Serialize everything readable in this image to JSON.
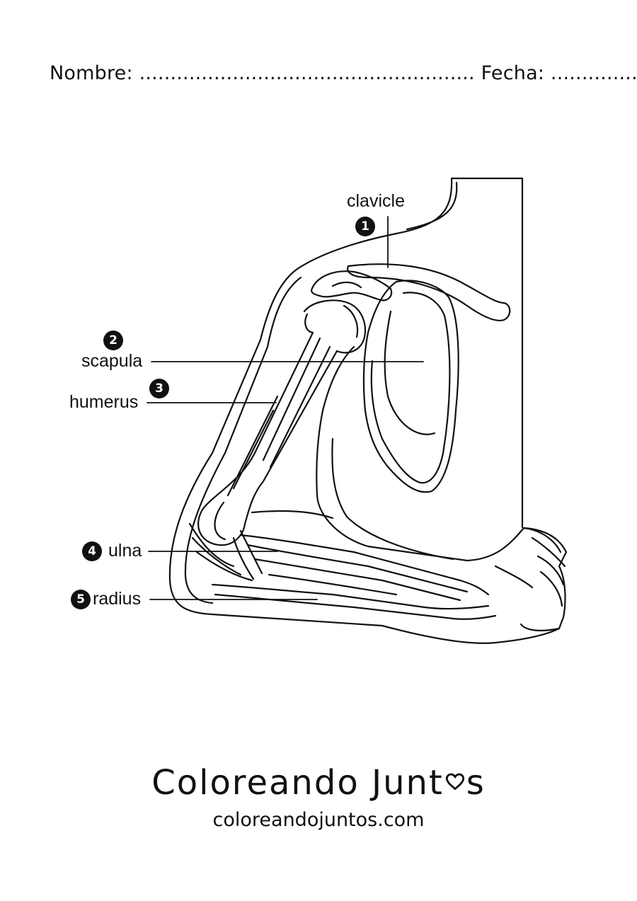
{
  "header": {
    "name_label": "Nombre:",
    "name_dots": "......................................................",
    "date_label": "Fecha:",
    "date_dots": "................"
  },
  "labels": [
    {
      "num": "1",
      "text": "clavicle"
    },
    {
      "num": "2",
      "text": "scapula"
    },
    {
      "num": "3",
      "text": "humerus"
    },
    {
      "num": "4",
      "text": "ulna"
    },
    {
      "num": "5",
      "text": "radius"
    }
  ],
  "brand": {
    "part1": "Coloreando Junt",
    "part2": "s",
    "website": "coloreandojuntos.com"
  }
}
